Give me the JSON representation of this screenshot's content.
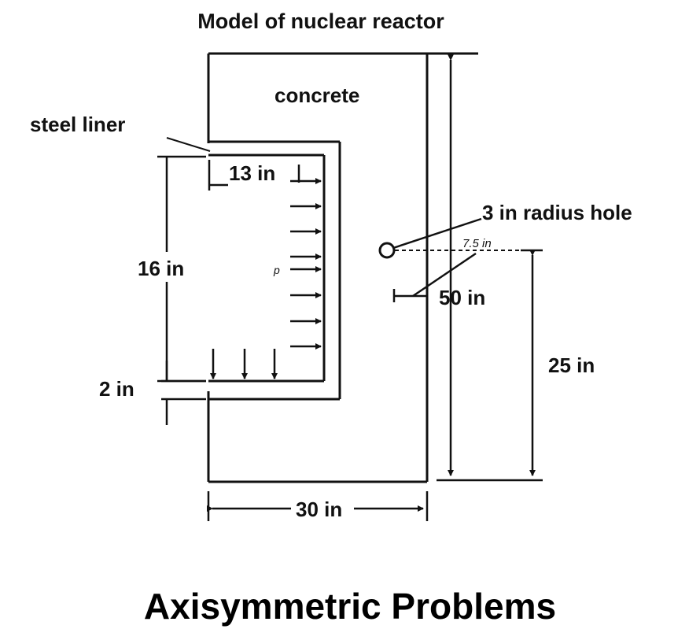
{
  "diagram": {
    "title": "Model of nuclear reactor",
    "labels": {
      "concrete": "concrete",
      "steel_liner": "steel liner",
      "hole": "3 in radius hole",
      "pressure": "p"
    },
    "dimensions": {
      "liner_width": "13 in",
      "cavity_height": "16 in",
      "liner_thickness": "2 in",
      "hole_offset": "7.5 in",
      "height_total": "50 in",
      "hole_height": "25 in",
      "base_width": "30 in"
    }
  },
  "slide": {
    "title": "Axisymmetric Problems"
  },
  "colors": {
    "line": "#111111",
    "background": "#ffffff"
  }
}
